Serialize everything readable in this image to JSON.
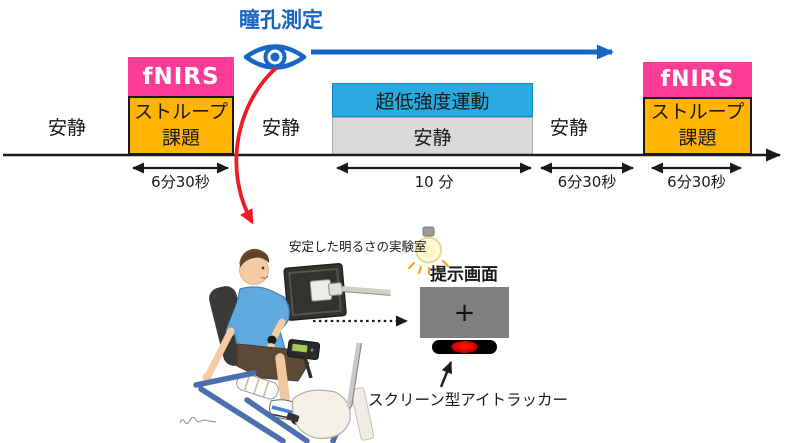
{
  "figure": {
    "pupil_measurement_label": "瞳孔測定",
    "rest_labels": [
      "安静",
      "安静",
      "安静"
    ],
    "fnirs_label": "fNIRS",
    "stroop_line1": "ストループ",
    "stroop_line2": "課題",
    "exercise_label": "超低強度運動",
    "exercise_rest_label": "安静",
    "durations": [
      "6分30秒",
      "10 分",
      "6分30秒",
      "6分30秒"
    ]
  },
  "setup": {
    "room_label": "安定した明るさの実験室",
    "screen_title": "提示画面",
    "fixation_mark": "+",
    "tracker_label": "スクリーン型アイトラッカー"
  },
  "colors": {
    "accent_blue": "#1766C5",
    "fnirs_pink": "#FA3C96",
    "task_orange": "#FFB400",
    "exercise_cyan": "#29ABE2",
    "rest_gray": "#D9D9D9",
    "arrow_red": "#ED1C24",
    "screen_gray": "#7F7F7F"
  },
  "icons": {
    "pupil": "eye-icon",
    "room_light": "lightbulb-icon"
  }
}
